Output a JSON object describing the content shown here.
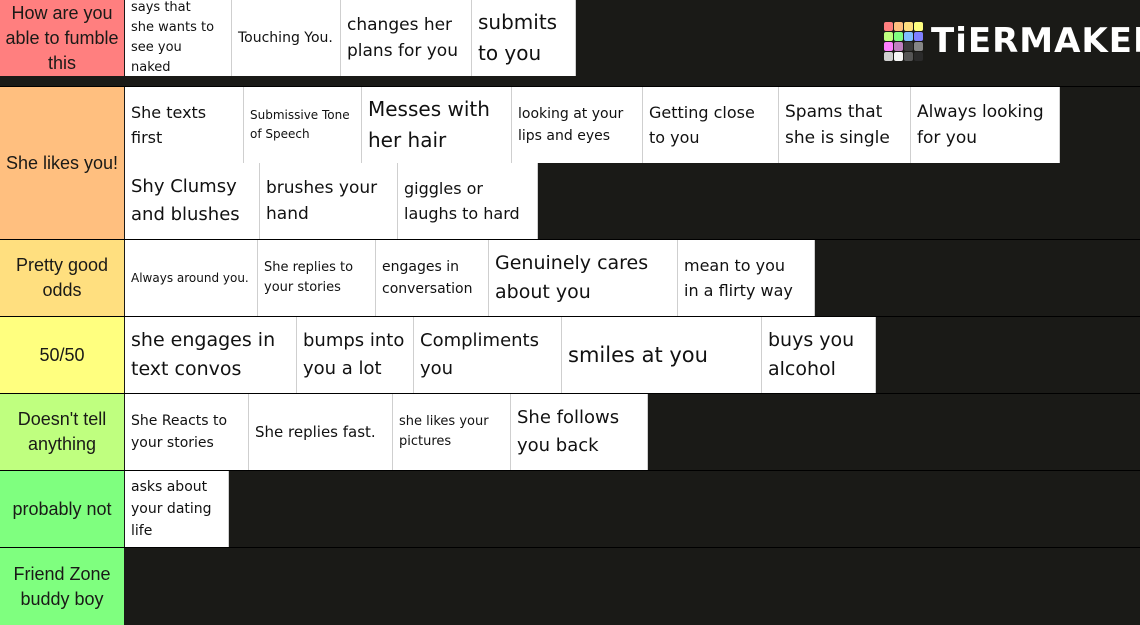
{
  "app": {
    "logo_text": "TiERMAKER",
    "logo_grid_colors": [
      "#ff7f7f",
      "#ffbf7f",
      "#ffdf7f",
      "#ffff7f",
      "#bfff7f",
      "#7fff7f",
      "#7fbfff",
      "#7f7fff",
      "#ff7fff",
      "#bf7fbf",
      "#3b3b3b",
      "#858585",
      "#cfcfcf",
      "#f7f7f7",
      "#555555",
      "#2a2a2a"
    ]
  },
  "tiers": [
    {
      "label": "How are you able to fumble this",
      "color": "#ff7f7f",
      "items": [
        "says that\nshe wants to\nsee you naked",
        "Touching You.",
        "changes her\nplans for you",
        "submits\nto you"
      ]
    },
    {
      "label": "She likes you!",
      "color": "#ffbf7f",
      "items": [
        "She texts\nfirst",
        "Submissive Tone\nof Speech",
        "Messes with\nher hair",
        "looking at your\nlips and eyes",
        "Getting close\nto you",
        "Spams that\nshe is single",
        "Always looking\nfor you",
        "Shy Clumsy\nand blushes",
        "brushes your\nhand",
        "giggles or\nlaughs to hard"
      ]
    },
    {
      "label": "Pretty good odds",
      "color": "#ffdf7f",
      "items": [
        "Always around you.",
        "She replies to\nyour stories",
        "engages in\nconversation",
        "Genuinely cares\nabout you",
        "mean to you\nin a flirty way"
      ]
    },
    {
      "label": "50/50",
      "color": "#ffff7f",
      "items": [
        "she engages in\ntext convos",
        "bumps into\nyou a lot",
        "Compliments\nyou",
        "smiles at you",
        "buys you\nalcohol"
      ]
    },
    {
      "label": "Doesn't tell anything",
      "color": "#bfff7f",
      "items": [
        "She Reacts to\nyour stories",
        "She replies fast.",
        "she likes your\npictures",
        "She follows\nyou back"
      ]
    },
    {
      "label": "probably not",
      "color": "#7fff7f",
      "items": [
        "asks about\nyour dating\nlife"
      ]
    },
    {
      "label": "Friend Zone buddy boy",
      "color": "#7fff7f",
      "items": []
    }
  ]
}
